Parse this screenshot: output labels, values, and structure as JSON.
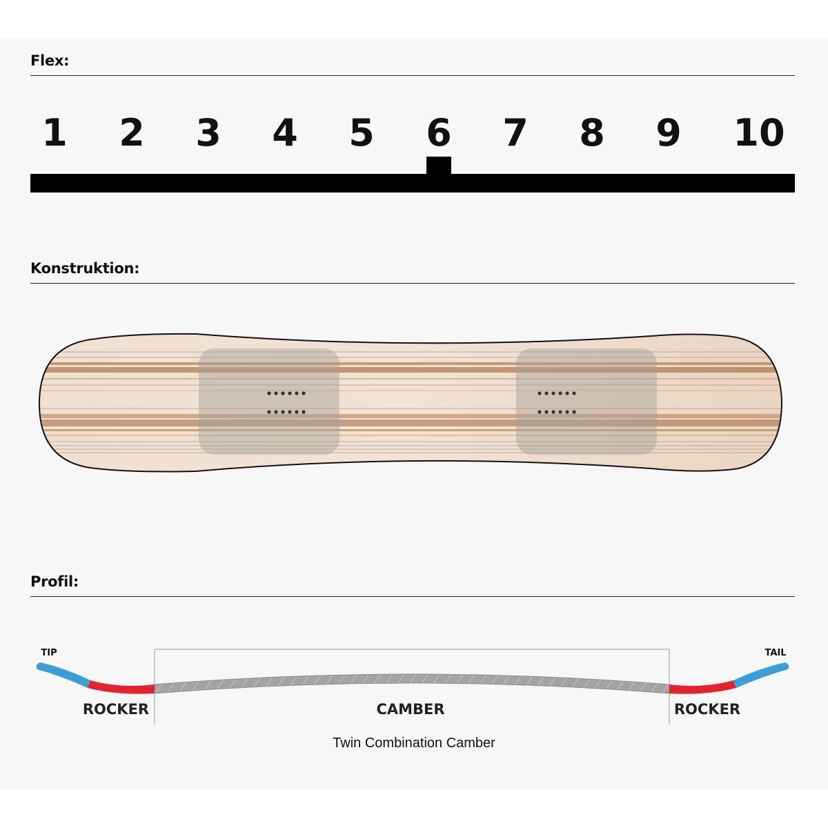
{
  "sections": {
    "flex": {
      "title": "Flex:"
    },
    "construction": {
      "title": "Konstruktion:"
    },
    "profile": {
      "title": "Profil:"
    }
  },
  "flex": {
    "scale": [
      "1",
      "2",
      "3",
      "4",
      "5",
      "6",
      "7",
      "8",
      "9",
      "10"
    ],
    "rating": 6
  },
  "profile": {
    "tip_label": "TIP",
    "tail_label": "TAIL",
    "zones": [
      {
        "label": "ROCKER",
        "color": "#e3222b"
      },
      {
        "label": "CAMBER",
        "color": "#9a9a9a"
      },
      {
        "label": "ROCKER",
        "color": "#e3222b"
      }
    ],
    "tip_color": "#3a9ed8",
    "caption": "Twin Combination Camber"
  },
  "colors": {
    "board_wood": "#e8d2bd",
    "board_edge": "#111111",
    "insert_pad": "#a79f96"
  }
}
